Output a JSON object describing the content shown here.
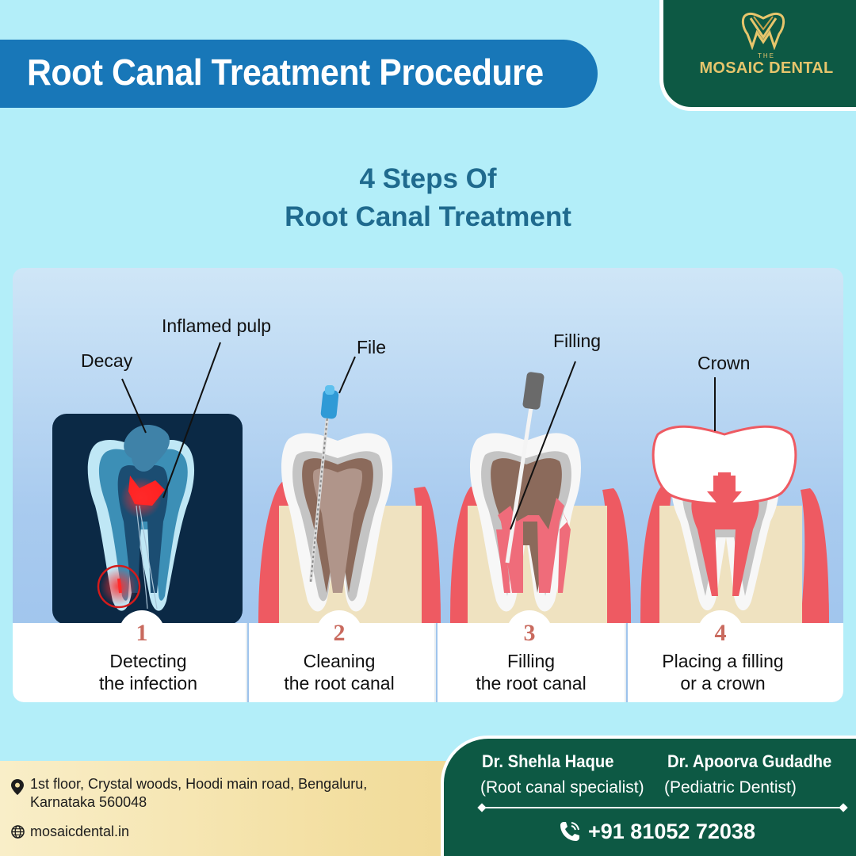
{
  "header": {
    "title": "Root Canal Treatment Procedure"
  },
  "logo": {
    "small_text": "THE",
    "name": "MOSAIC DENTAL"
  },
  "subtitle": {
    "line1": "4 Steps Of",
    "line2": "Root Canal Treatment"
  },
  "callouts": {
    "decay": "Decay",
    "inflamed_pulp": "Inflamed pulp",
    "file": "File",
    "filling": "Filling",
    "crown": "Crown"
  },
  "steps": [
    {
      "number": "1",
      "line1": "Detecting",
      "line2": "the infection"
    },
    {
      "number": "2",
      "line1": "Cleaning",
      "line2": "the root canal"
    },
    {
      "number": "3",
      "line1": "Filling",
      "line2": "the root canal"
    },
    {
      "number": "4",
      "line1": "Placing a filling",
      "line2": "or a crown"
    }
  ],
  "contact": {
    "address_line1": "1st floor, Crystal woods, Hoodi main road, Bengaluru,",
    "address_line2": "Karnataka 560048",
    "website": "mosaicdental.in",
    "phone": "+91 81052 72038"
  },
  "doctors": [
    {
      "name": "Dr. Shehla Haque",
      "role": "(Root canal specialist)"
    },
    {
      "name": "Dr. Apoorva Gudadhe",
      "role": "(Pediatric Dentist)"
    }
  ],
  "colors": {
    "background": "#b3eef9",
    "title_banner": "#1877b8",
    "brand_green": "#0d5944",
    "brand_gold": "#e6c56c",
    "subtitle_text": "#1f6a8e",
    "step_number": "#c96a5e"
  }
}
